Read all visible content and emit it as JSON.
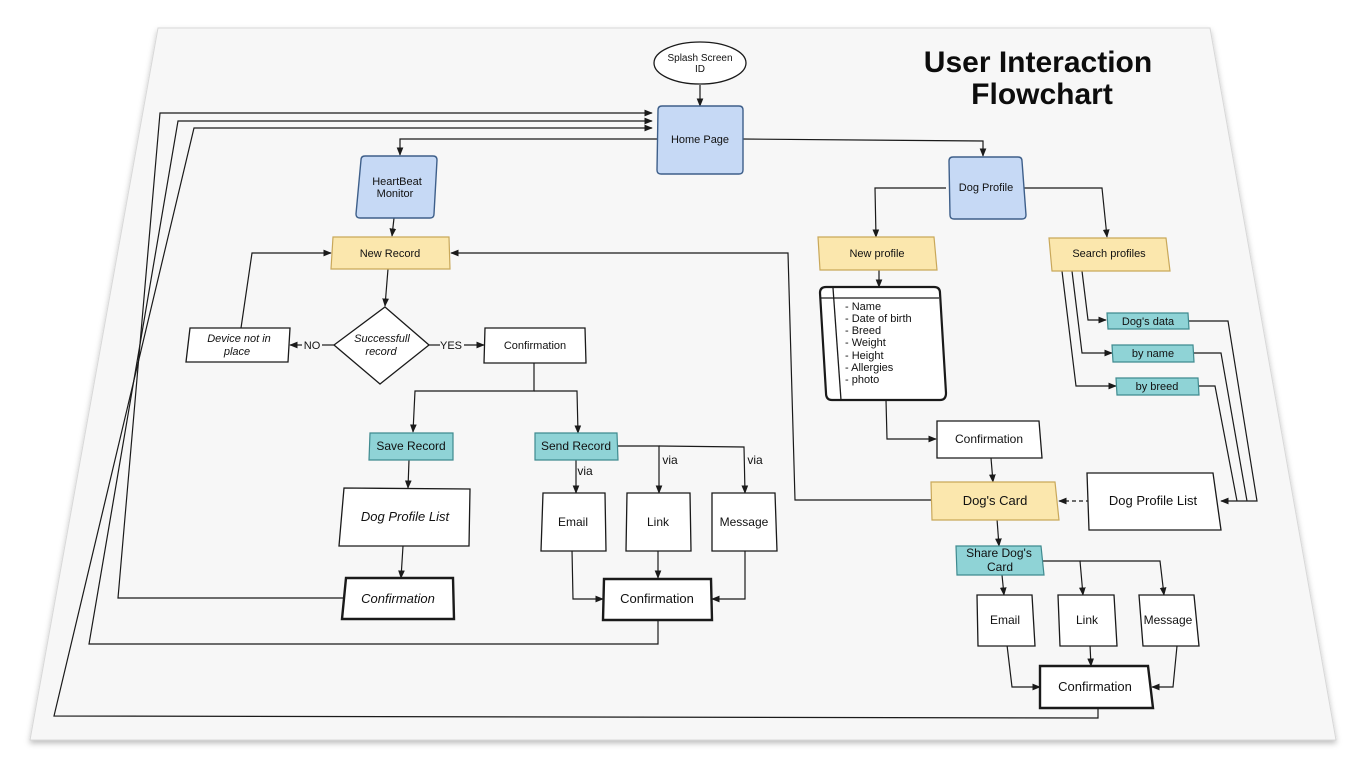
{
  "title": {
    "line1": "User Interaction",
    "line2": "Flowchart"
  },
  "nodes": {
    "splash": {
      "line1": "Splash Screen",
      "line2": "ID"
    },
    "home": {
      "label": "Home Page"
    },
    "heartbeat": {
      "line1": "HeartBeat",
      "line2": "Monitor"
    },
    "new_record": {
      "label": "New Record"
    },
    "successful_record": {
      "line1": "Successfull",
      "line2": "record"
    },
    "device_not_in_place": {
      "line1": "Device not in",
      "line2": "place"
    },
    "confirmation_record": {
      "label": "Confirmation"
    },
    "save_record": {
      "label": "Save Record"
    },
    "send_record": {
      "label": "Send Record"
    },
    "dog_profile_list_left": {
      "label": "Dog Profile List"
    },
    "confirmation_save": {
      "label": "Confirmation"
    },
    "email_left": {
      "label": "Email"
    },
    "link_left": {
      "label": "Link"
    },
    "message_left": {
      "label": "Message"
    },
    "confirmation_send": {
      "label": "Confirmation"
    },
    "dog_profile": {
      "label": "Dog Profile"
    },
    "new_profile": {
      "label": "New profile"
    },
    "search_profiles": {
      "label": "Search profiles"
    },
    "profile_form": {
      "fields": [
        "- Name",
        "- Date of birth",
        "- Breed",
        "- Weight",
        "- Height",
        "- Allergies",
        "- photo"
      ]
    },
    "dogs_data": {
      "label": "Dog's data"
    },
    "by_name": {
      "label": "by name"
    },
    "by_breed": {
      "label": "by breed"
    },
    "confirmation_profile": {
      "label": "Confirmation"
    },
    "dogs_card": {
      "label": "Dog's Card"
    },
    "dog_profile_list_right": {
      "label": "Dog Profile List"
    },
    "share_dogs_card": {
      "line1": "Share Dog's",
      "line2": "Card"
    },
    "email_right": {
      "label": "Email"
    },
    "link_right": {
      "label": "Link"
    },
    "message_right": {
      "label": "Message"
    },
    "confirmation_share": {
      "label": "Confirmation"
    }
  },
  "edge_labels": {
    "no": "NO",
    "yes": "YES",
    "via1": "via",
    "via2": "via",
    "via3": "via"
  },
  "colors": {
    "home_fill": "#c6d9f5",
    "home_stroke": "#3e5f8a",
    "yellow_fill": "#fbe7ad",
    "yellow_stroke": "#c9a85a",
    "teal_fill": "#8fd3d6",
    "teal_stroke": "#3f8a8f",
    "paper": "#f7f7f7"
  }
}
